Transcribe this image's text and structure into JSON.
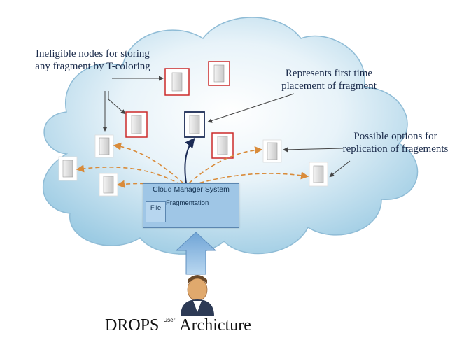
{
  "labels": {
    "ineligible_nodes": "Ineligible nodes for storing any fragment by T-coloring",
    "first_placement": "Represents first time placement of fragment",
    "replication_options": "Possible options for replication of fragements"
  },
  "cloud_manager": {
    "title": "Cloud Manager System",
    "file_label": "File",
    "fragmentation_label": "Fragmentation"
  },
  "user_label": "User",
  "caption": {
    "left": "DROPS",
    "right": "Archicture"
  },
  "colors": {
    "cloud_fill": "#cfe6f2",
    "cloud_edge": "#8fbcd6",
    "ineligible_border": "#cc2a2a",
    "first_placement_border": "#1b2b55",
    "replication_arrow": "#d98b3a",
    "user_arrow": "#8db8e0"
  }
}
